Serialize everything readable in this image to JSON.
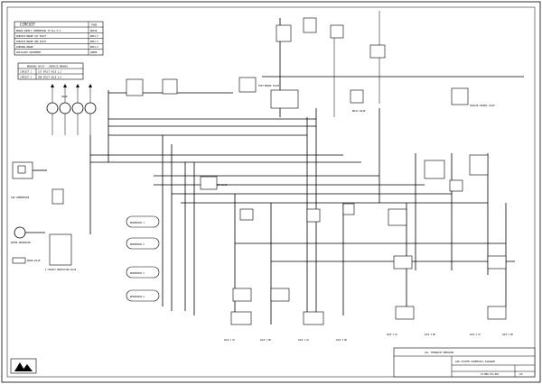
{
  "legend": {
    "title": "CIRCUIT",
    "header_right": "TUBE",
    "rows": [
      {
        "label": "BRAKE SUPPLY COMPRESSOR TO ALL P.V.",
        "tube": "Ø6X10"
      },
      {
        "label": "SERVICE BRAKE 1ST SPLIT",
        "tube": "Ø8X1.5"
      },
      {
        "label": "SERVICE BRAKE 2ND SPLIT",
        "tube": "Ø8X1.5"
      },
      {
        "label": "PARKING BRAKE",
        "tube": "Ø6X1.5"
      },
      {
        "label": "AUXILIARY EQUIPMENT",
        "tube": "GREEN"
      }
    ]
  },
  "braking": {
    "title": "BRAKING SPLIT - SERVICE BRAKES",
    "rows": [
      {
        "label": "CIRCUIT 1",
        "value": "1ST SPLIT AXLE 1,2"
      },
      {
        "label": "CIRCUIT 2",
        "value": "2ND SPLIT AXLE 3,4"
      }
    ]
  },
  "title_block": {
    "note": "ALL TERRAIN VERSION",
    "drawing_title": "AIR SYSTEM SCHEMATIC DIAGRAM",
    "drawing_number": "AT-BRK-SYS-001",
    "sheet": "A3"
  },
  "labels": {
    "compressor": "AIR COMPRESSOR",
    "water_sep": "WATER SEPARATOR",
    "four_circuit": "4 CIRCUIT PROTECTION VALVE",
    "tanks": [
      "RESERVOIR 1",
      "RESERVOIR 2",
      "RESERVOIR 3",
      "RESERVOIR 4"
    ],
    "brake_valve": "FOOT BRAKE VALVE",
    "hand_valve": "HAND BRAKE VALVE",
    "relay": "RELAY VALVE",
    "trailer": "TRAILER CONTROL VALVE",
    "chambers": [
      "AXLE 1 LH",
      "AXLE 1 RH",
      "AXLE 2 LH",
      "AXLE 2 RH",
      "AXLE 3 LH",
      "AXLE 3 RH",
      "AXLE 4 LH",
      "AXLE 4 RH"
    ],
    "gauge": "GAUGE",
    "drain": "DRAIN VALVE"
  },
  "colors": {
    "ink": "#000000",
    "paper": "#ffffff"
  }
}
